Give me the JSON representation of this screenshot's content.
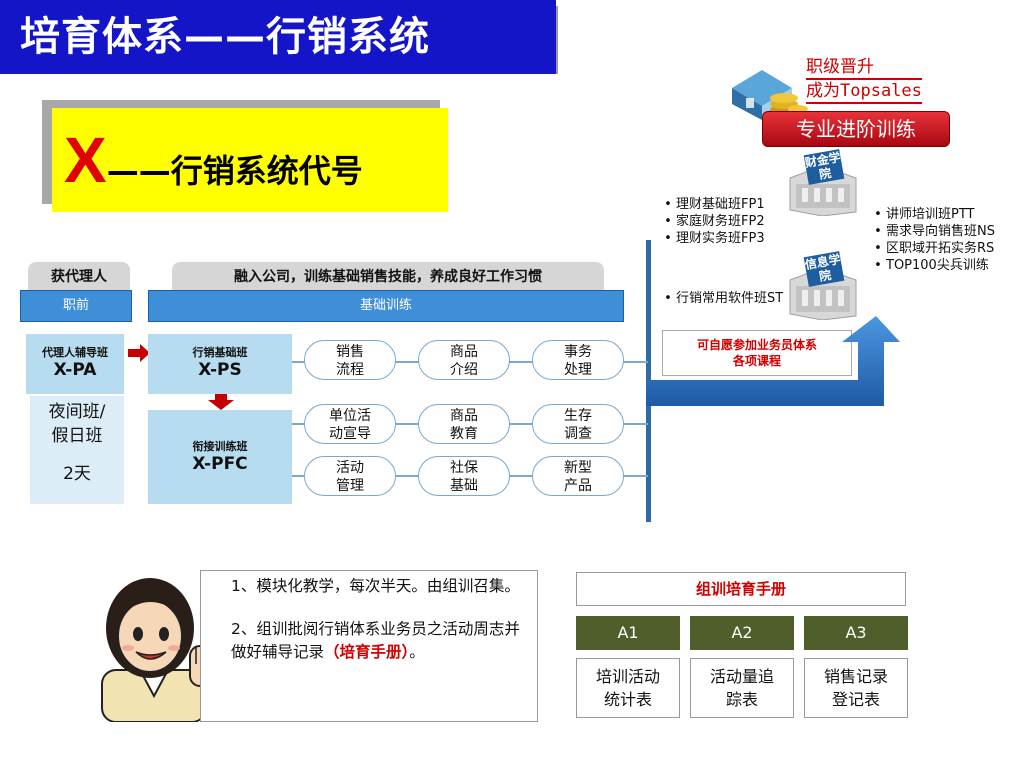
{
  "title": "培育体系——行销系统",
  "code": {
    "letter": "X",
    "text": "——行销系统代号"
  },
  "promotion": {
    "line1": "职级晋升",
    "line2": "成为Topsales",
    "button": "专业进阶训练",
    "building_top": "财金学院",
    "building_bottom": "信息学院"
  },
  "courses_left": [
    "理财基础班FP1",
    "家庭财务班FP2",
    "理财实务班FP3"
  ],
  "courses_right": [
    "讲师培训班PTT",
    "需求导向销售班NS",
    "区职域开拓实务RS",
    "TOP100尖兵训练"
  ],
  "course_software": "行销常用软件班ST",
  "optional_note": {
    "line1": "可自愿参加业务员体系",
    "line2": "各项课程"
  },
  "headers": {
    "agent": "获代理人",
    "join": "融入公司，训练基础销售技能，养成良好工作习惯",
    "pre": "职前",
    "basic": "基础训练"
  },
  "classes": {
    "pa": {
      "name": "代理人辅导班",
      "code": "X-PA"
    },
    "pa_detail": {
      "line1": "夜间班/",
      "line2": "假日班",
      "line3": "2天"
    },
    "ps": {
      "name": "行销基础班",
      "code": "X-PS"
    },
    "pfc": {
      "name": "衔接训练班",
      "code": "X-PFC"
    }
  },
  "modules": [
    [
      "销售",
      "流程"
    ],
    [
      "商品",
      "介绍"
    ],
    [
      "事务",
      "处理"
    ],
    [
      "单位活",
      "动宣导"
    ],
    [
      "商品",
      "教育"
    ],
    [
      "生存",
      "调查"
    ],
    [
      "活动",
      "管理"
    ],
    [
      "社保",
      "基础"
    ],
    [
      "新型",
      "产品"
    ]
  ],
  "notes": {
    "n1": "1、模块化教学，每次半天。由组训召集。",
    "n2_a": "2、组训批阅行销体系业务员之活动周志并做好辅导记录",
    "n2_b": "（培育手册）",
    "n2_c": "。"
  },
  "manual": {
    "title": "组训培育手册",
    "codes": [
      "A1",
      "A2",
      "A3"
    ],
    "items": [
      [
        "培训活动",
        "统计表"
      ],
      [
        "活动量追",
        "踪表"
      ],
      [
        "销售记录",
        "登记表"
      ]
    ]
  },
  "colors": {
    "title_bg": "#1414c8",
    "code_bg": "#ffff00",
    "accent_red": "#d00000",
    "blue_header": "#3f8fd8",
    "class_box": "#b7dcef",
    "manual_code_bg": "#4f5e2a"
  }
}
